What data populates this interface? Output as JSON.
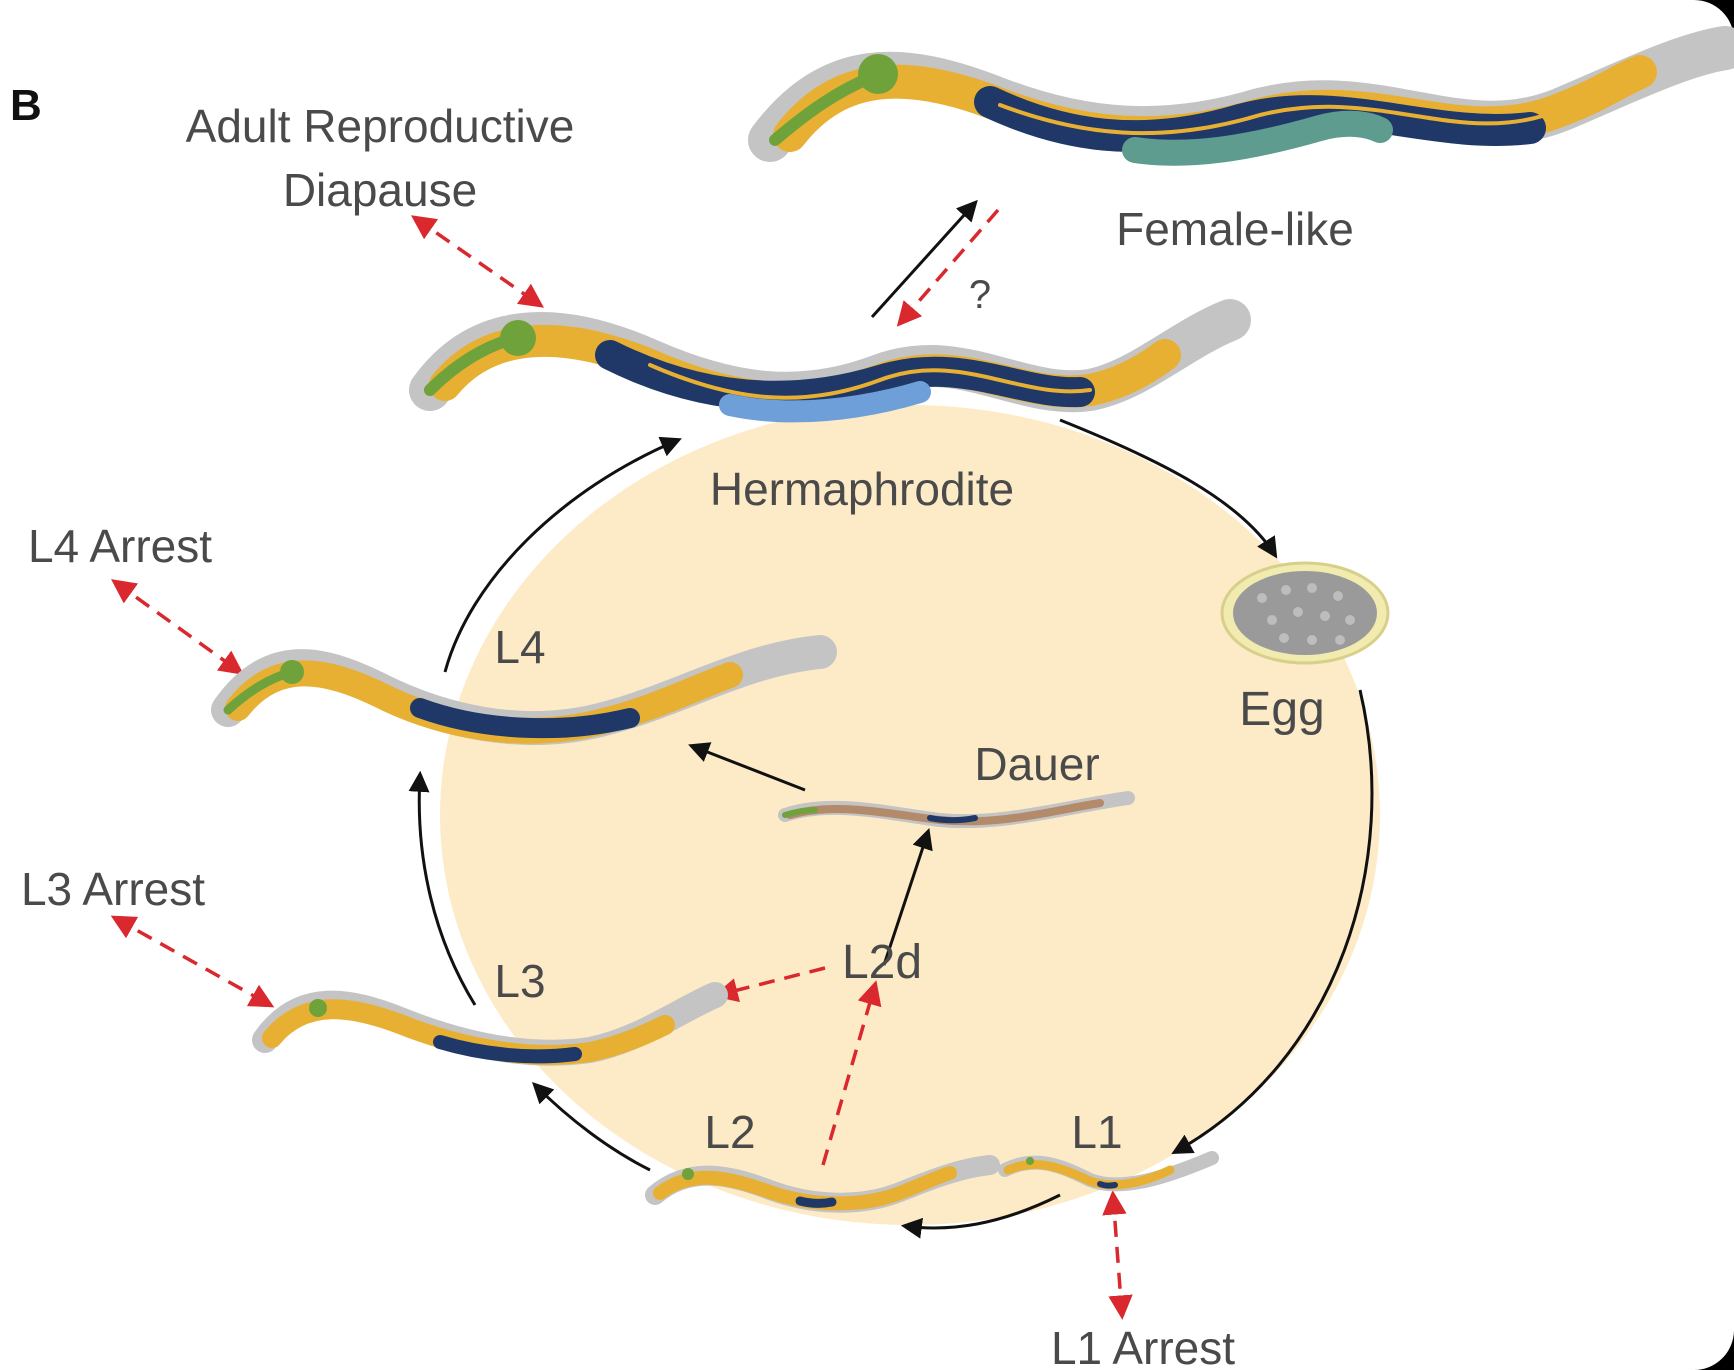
{
  "panel_label": "B",
  "stages": {
    "adult_diapause": {
      "line1": "Adult Reproductive",
      "line2": "Diapause"
    },
    "female_like": "Female-like",
    "question_mark": "?",
    "hermaphrodite": "Hermaphrodite",
    "egg": "Egg",
    "l4": "L4",
    "l4_arrest": "L4 Arrest",
    "dauer": "Dauer",
    "l3_arrest": "L3 Arrest",
    "l3": "L3",
    "l2d": "L2d",
    "l2": "L2",
    "l1": "L1",
    "l1_arrest": "L1 Arrest"
  },
  "colors": {
    "cycle_fill": "#fdebc8",
    "worm_body": "#e8b032",
    "worm_gonad": "#1f3868",
    "worm_head": "#6fa23a",
    "worm_outline": "#c4c4c4",
    "arrest_arrow": "#d9282e",
    "cycle_arrow": "#111111",
    "egg_fill": "#9a9a9a",
    "egg_rim": "#f1ebb0",
    "uterus_embryos": "#6f9fd8",
    "female_uterus": "#5e9c8f"
  }
}
